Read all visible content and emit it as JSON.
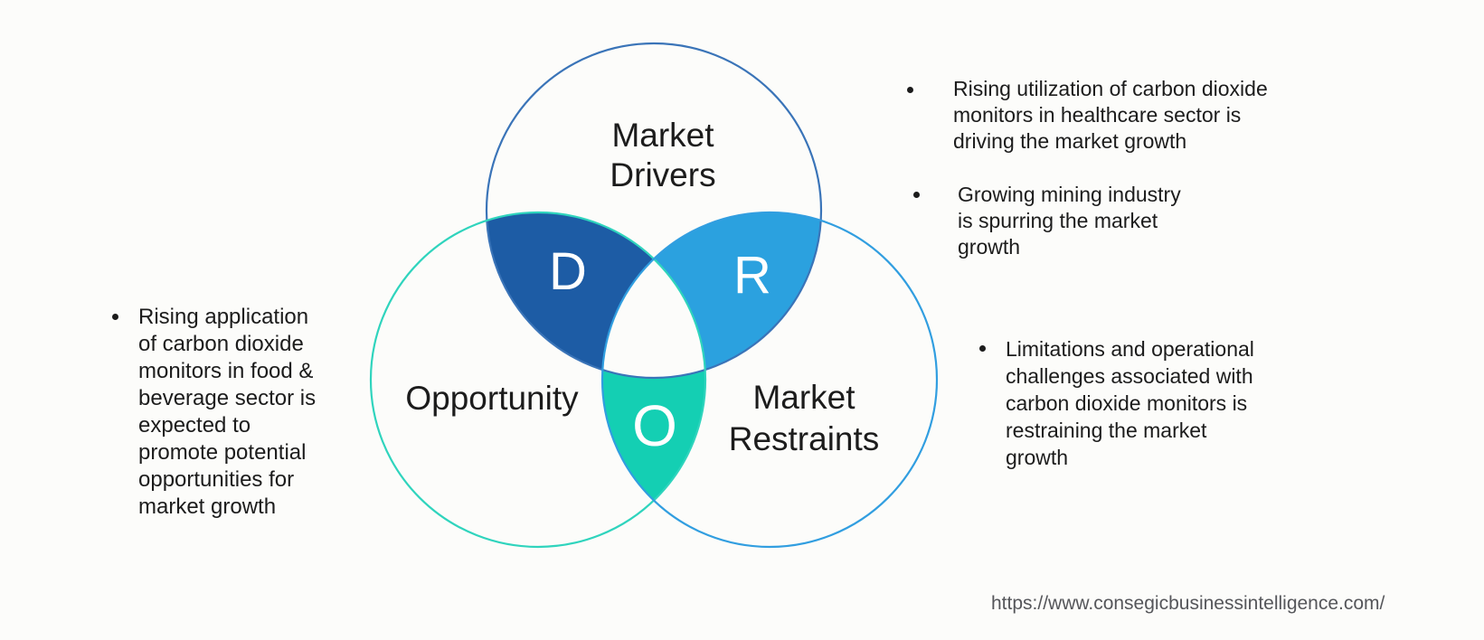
{
  "diagram": {
    "circles": {
      "drivers": {
        "label": "Market\nDrivers",
        "letter": "D"
      },
      "opportunity": {
        "label": "Opportunity",
        "letter": "O"
      },
      "restraints": {
        "label": "Market\nRestraints",
        "letter": "R"
      }
    }
  },
  "bullets": {
    "healthcare": "Rising utilization of carbon dioxide\nmonitors in healthcare sector is\ndriving the market growth",
    "mining": "Growing mining industry\nis spurring the market\ngrowth",
    "food_beverage": "Rising application\nof carbon dioxide\nmonitors in food &\nbeverage sector is\nexpected to\npromote potential\nopportunities for\nmarket growth",
    "limitations": "Limitations and operational\nchallenges associated with\ncarbon dioxide monitors is\nrestraining the market\ngrowth"
  },
  "footer": {
    "website_url": "https://www.consegicbusinessintelligence.com/"
  },
  "colors": {
    "background": "#fcfcfa",
    "text": "#1c1c1c",
    "url_text": "#55565a",
    "letter_text": "#ffffff",
    "drivers_stroke": "#3a74b8",
    "opportunity_stroke": "#2fd4bd",
    "restraints_stroke": "#319ee0",
    "d_fill": "#1d5ca5",
    "r_fill": "#2ba1df",
    "o_fill": "#14cfb3"
  }
}
